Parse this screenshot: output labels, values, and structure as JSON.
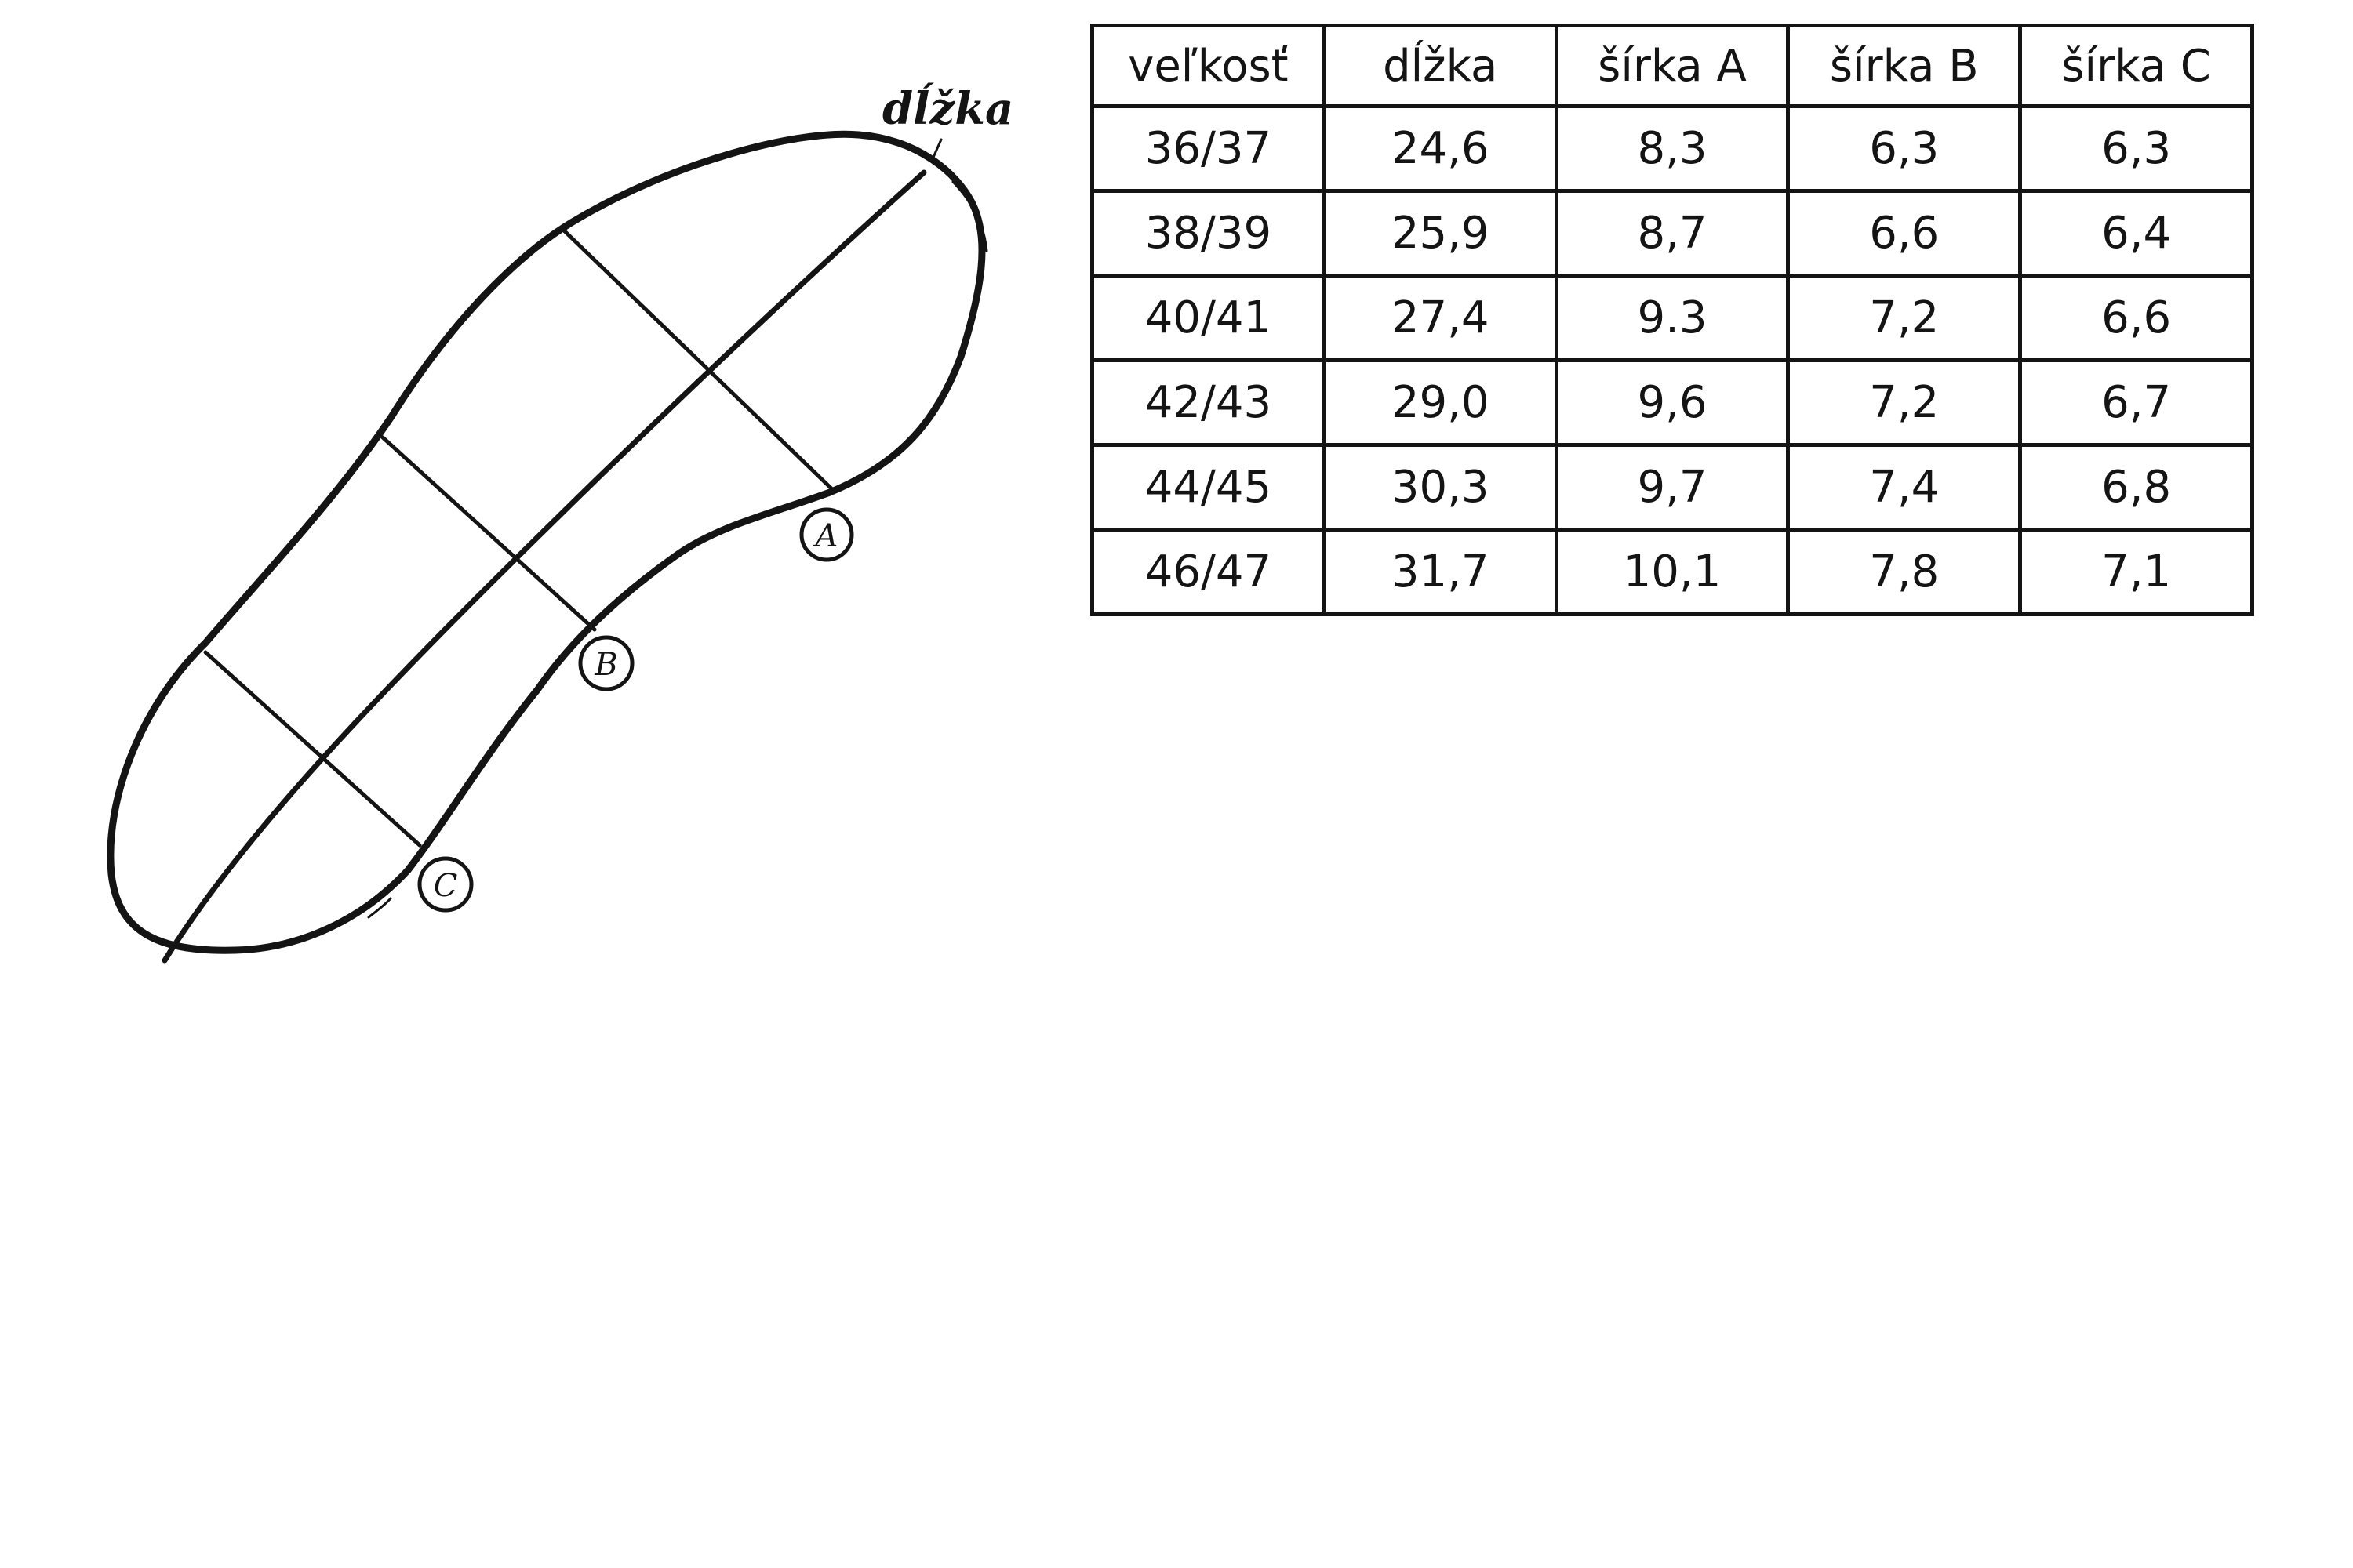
{
  "diagram": {
    "length_label": "dĺžka",
    "markers": [
      "A",
      "B",
      "C"
    ]
  },
  "table": {
    "headers": [
      "veľkosť",
      "dĺžka",
      "šírka A",
      "šírka B",
      "šírka C"
    ],
    "rows": [
      [
        "36/37",
        "24,6",
        "8,3",
        "6,3",
        "6,3"
      ],
      [
        "38/39",
        "25,9",
        "8,7",
        "6,6",
        "6,4"
      ],
      [
        "40/41",
        "27,4",
        "9.3",
        "7,2",
        "6,6"
      ],
      [
        "42/43",
        "29,0",
        "9,6",
        "7,2",
        "6,7"
      ],
      [
        "44/45",
        "30,3",
        "9,7",
        "7,4",
        "6,8"
      ],
      [
        "46/47",
        "31,7",
        "10,1",
        "7,8",
        "7,1"
      ]
    ]
  }
}
